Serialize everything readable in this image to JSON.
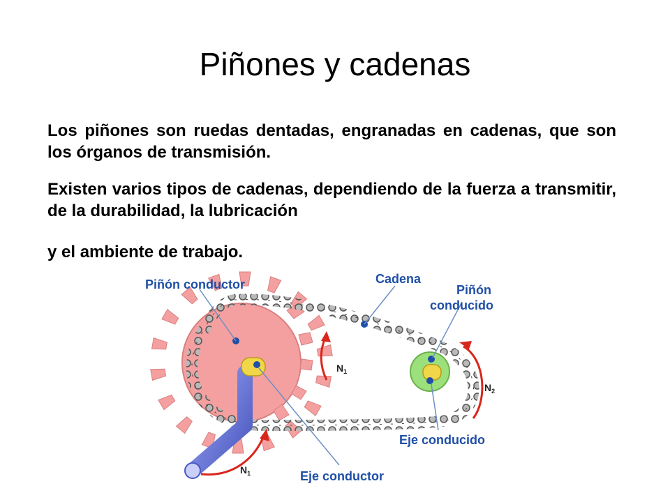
{
  "slide": {
    "title": "Piñones y cadenas",
    "paragraphs": [
      "Los piñones son ruedas dentadas, engranadas en cadenas, que son los órganos de transmisión.",
      "Existen varios tipos de cadenas, dependiendo de la fuerza a transmitir, de la durabilidad, la lubricación",
      "y el ambiente de trabajo."
    ]
  },
  "diagram": {
    "labels": {
      "driving_sprocket": "Piñón conductor",
      "chain": "Cadena",
      "driven_sprocket_line1": "Piñón",
      "driven_sprocket_line2": "conducido",
      "driven_shaft": "Eje conducido",
      "driving_shaft": "Eje conductor",
      "n1_top": "N",
      "n1_top_sub": "1",
      "n2": "N",
      "n2_sub": "2",
      "n1_bottom": "N",
      "n1_bottom_sub": "1"
    },
    "colors": {
      "label_blue": "#1f4fa6",
      "leader_line": "#6d8fc2",
      "sprocket_big": "#f4a0a0",
      "sprocket_small": "#9be07a",
      "chain": "#8a8a8a",
      "arrow_red": "#d9261c",
      "shaft_blue": "#6f7fd8",
      "shaft_yellow": "#f2d64a"
    }
  }
}
